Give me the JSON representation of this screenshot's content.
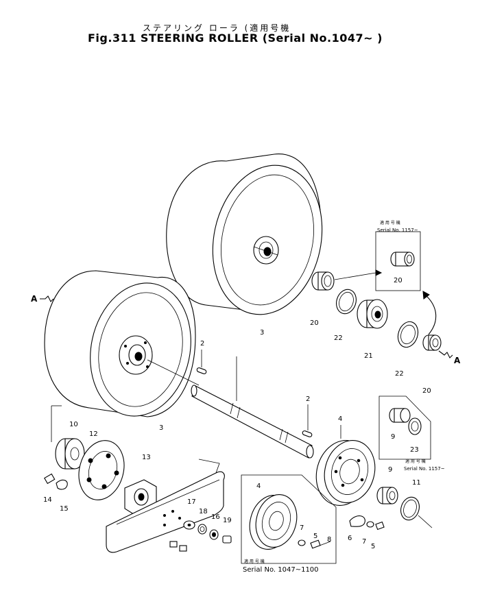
{
  "title": {
    "japanese": "ステアリング ローラ (適用号機",
    "english": "Fig.311 STEERING ROLLER (Serial No.1047~    )"
  },
  "callouts": [
    {
      "id": "c-2a",
      "text": "2"
    },
    {
      "id": "c-2b",
      "text": "2"
    },
    {
      "id": "c-3a",
      "text": "3"
    },
    {
      "id": "c-3b",
      "text": "3"
    },
    {
      "id": "c-4a",
      "text": "4"
    },
    {
      "id": "c-4b",
      "text": "4"
    },
    {
      "id": "c-5a",
      "text": "5"
    },
    {
      "id": "c-5b",
      "text": "5"
    },
    {
      "id": "c-6",
      "text": "6"
    },
    {
      "id": "c-7a",
      "text": "7"
    },
    {
      "id": "c-7b",
      "text": "7"
    },
    {
      "id": "c-8",
      "text": "8"
    },
    {
      "id": "c-9a",
      "text": "9"
    },
    {
      "id": "c-9b",
      "text": "9"
    },
    {
      "id": "c-10",
      "text": "10"
    },
    {
      "id": "c-11",
      "text": "11"
    },
    {
      "id": "c-12",
      "text": "12"
    },
    {
      "id": "c-13",
      "text": "13"
    },
    {
      "id": "c-14",
      "text": "14"
    },
    {
      "id": "c-15",
      "text": "15"
    },
    {
      "id": "c-16",
      "text": "16"
    },
    {
      "id": "c-17",
      "text": "17"
    },
    {
      "id": "c-18",
      "text": "18"
    },
    {
      "id": "c-19",
      "text": "19"
    },
    {
      "id": "c-20a",
      "text": "20"
    },
    {
      "id": "c-20b",
      "text": "20"
    },
    {
      "id": "c-20c",
      "text": "20"
    },
    {
      "id": "c-21",
      "text": "21"
    },
    {
      "id": "c-22a",
      "text": "22"
    },
    {
      "id": "c-22b",
      "text": "22"
    },
    {
      "id": "c-23",
      "text": "23"
    }
  ],
  "view_markers": {
    "left": "A",
    "right": "A"
  },
  "insets": {
    "top_right": {
      "jp": "適 用 号 機",
      "serial": "Serial No. 1157~"
    },
    "mid_right": {
      "jp": "適 用 号 機",
      "serial": "Serial No. 1157~"
    },
    "bottom_center": {
      "jp": "適 用 号 機",
      "serial": "Serial No. 1047~1100"
    }
  }
}
